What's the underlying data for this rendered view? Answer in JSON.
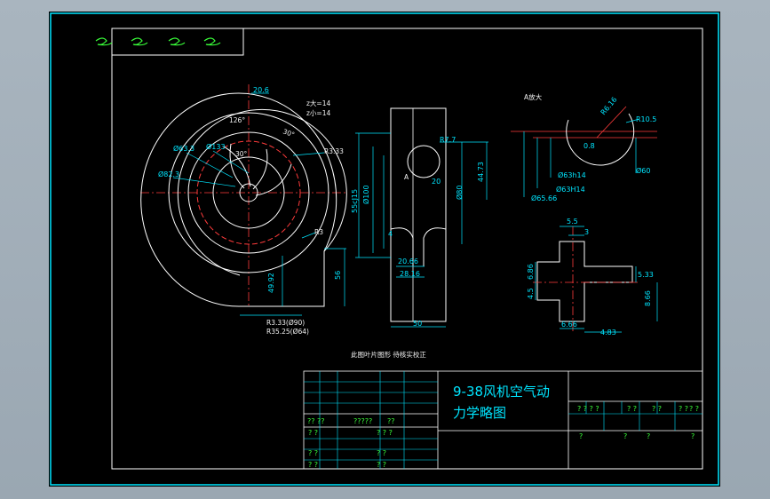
{
  "title_block": {
    "drawing_title_line1": "9-38风机空气动",
    "drawing_title_line2": "力学略图",
    "cells": [
      "?? ??",
      "?????",
      "??",
      "? ?",
      "? ? ?",
      "? ?",
      "? ?",
      "? ?",
      "? ?",
      "? ? ? ?",
      "? ?",
      "? ?",
      "? ?",
      "? ?",
      "?",
      "?",
      "?",
      "?"
    ]
  },
  "notes": {
    "note_main": "此图叶片图形 待核实校正",
    "detail_a_label": "A放大",
    "z_large": "z大=14",
    "z_small": "z小=14",
    "section_marker": "A"
  },
  "dimensions": {
    "volute": [
      "20.6",
      "126°",
      "Ø63.3",
      "Ø133",
      "R3.33",
      "Ø82.3",
      "30°",
      "30°",
      "R3",
      "49.92",
      "56",
      "R3.33(Ø90)",
      "R35.25(Ø64)"
    ],
    "section": [
      "R7.7",
      "Ø100",
      "55cJ15",
      "44.73",
      "Ø80",
      "20",
      "4",
      "20.66",
      "28.16",
      "50"
    ],
    "detail_a": [
      "R6.16",
      "R10.5",
      "0.8",
      "Ø63h14",
      "Ø63H14",
      "Ø65.66",
      "Ø60"
    ],
    "hub": [
      "5.5",
      "3",
      "6.86",
      "5.33",
      "4.5",
      "8.66",
      "6.66",
      "4.83"
    ]
  }
}
